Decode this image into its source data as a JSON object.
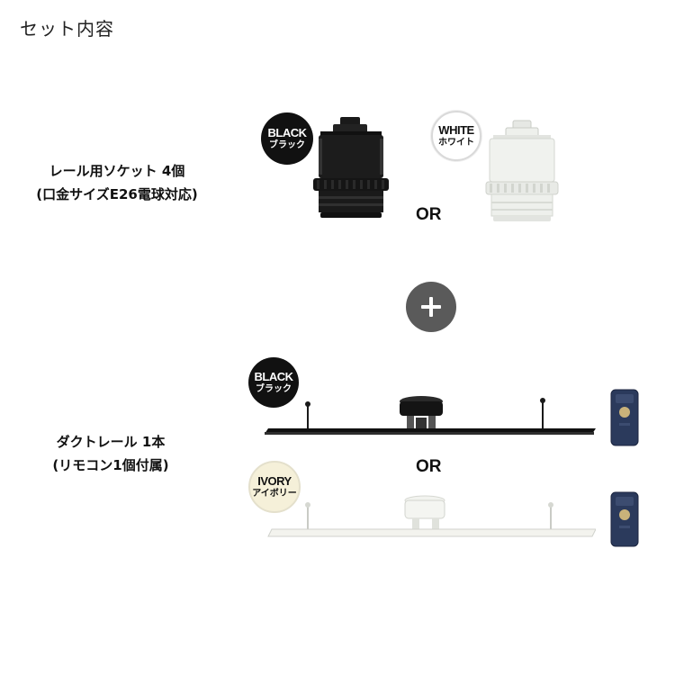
{
  "header": {
    "title": "セット内容"
  },
  "socket": {
    "label_line1": "レール用ソケット 4個",
    "label_line2": "(口金サイズE26電球対応)",
    "or_text": "OR",
    "black_badge": {
      "en": "BLACK",
      "jp": "ブラック"
    },
    "white_badge": {
      "en": "WHITE",
      "jp": "ホワイト"
    }
  },
  "rail": {
    "label_line1": "ダクトレール 1本",
    "label_line2": "(リモコン1個付属)",
    "or_text": "OR",
    "black_badge": {
      "en": "BLACK",
      "jp": "ブラック"
    },
    "ivory_badge": {
      "en": "IVORY",
      "jp": "アイボリー"
    }
  },
  "icons": {
    "plus": "plus-icon"
  },
  "colors": {
    "black_product": "#1a1a1a",
    "white_product": "#eef0ec",
    "remote": "#2b3a5c",
    "plus_circle": "#5a5a5a"
  }
}
